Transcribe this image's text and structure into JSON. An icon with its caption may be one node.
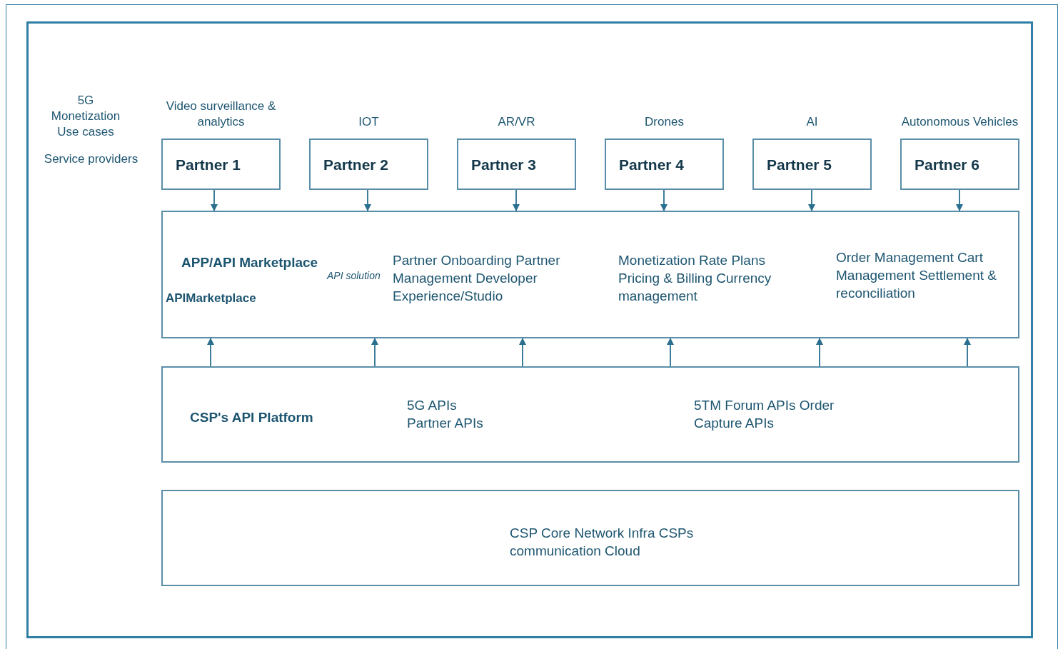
{
  "diagram": {
    "nodes": [
      {
        "text": [
          "Partner 1"
        ],
        "beside": [
          "Video surveillance & analytics"
        ]
      },
      {
        "text": [
          "Partner 2"
        ],
        "beside": [
          "IOT"
        ]
      },
      {
        "text": [
          "Partner 3"
        ],
        "beside": [
          "AR/VR"
        ]
      },
      {
        "text": [
          "Partner 4"
        ],
        "beside": [
          "Drones"
        ]
      },
      {
        "text": [
          "Partner 5"
        ],
        "beside": [
          "AI"
        ]
      },
      {
        "text": [
          "Partner 6"
        ],
        "beside": [
          "Autonomous Vehicles"
        ]
      },
      {
        "text": [
          "APP/API Marketplace",
          "APIMarketplace",
          "API solution",
          "Partner Onboarding Partner Management Developer Experience/Studio",
          "Monetization Rate Plans Pricing & Billing Currency management",
          "Order Management Cart Management Settlement & reconciliation"
        ]
      },
      {
        "text": [
          "CSP's API Platform",
          "5G APIs Partner APIs",
          "5TM Forum APIs Order Capture APIs"
        ]
      },
      {
        "text": [
          "CSP Core Network Infra CSPs communication Cloud"
        ]
      }
    ],
    "edges": [
      {
        "from": 0,
        "to": 6,
        "arrow": "to"
      },
      {
        "from": 1,
        "to": 6,
        "arrow": "to"
      },
      {
        "from": 2,
        "to": 6,
        "arrow": "to"
      },
      {
        "from": 3,
        "to": 6,
        "arrow": "to"
      },
      {
        "from": 4,
        "to": 6,
        "arrow": "to"
      },
      {
        "from": 5,
        "to": 6,
        "arrow": "to"
      },
      {
        "from": 7,
        "to": 6,
        "arrow": "to"
      },
      {
        "from": 7,
        "to": 6,
        "arrow": "to"
      },
      {
        "from": 7,
        "to": 6,
        "arrow": "to"
      },
      {
        "from": 7,
        "to": 6,
        "arrow": "to"
      },
      {
        "from": 7,
        "to": 6,
        "arrow": "to"
      },
      {
        "from": 7,
        "to": 6,
        "arrow": "to"
      }
    ],
    "labels": [
      "5G Monetization Use cases",
      "Service providers"
    ]
  }
}
